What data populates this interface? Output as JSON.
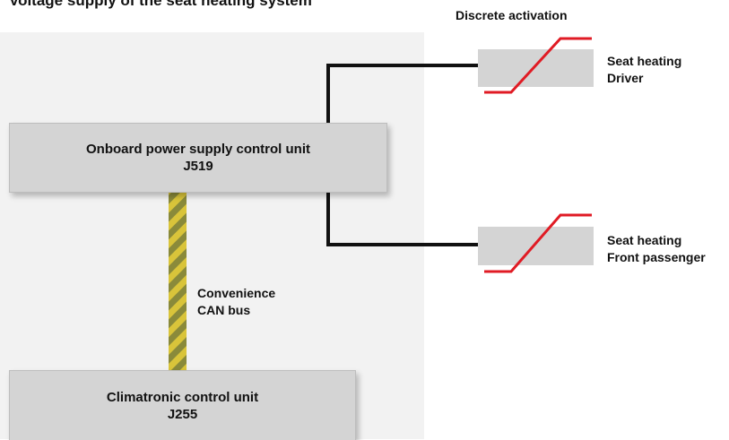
{
  "header_fragment": "Voltage supply of the seat heating system",
  "onboard_unit": {
    "name": "Onboard power supply control unit",
    "code": "J519"
  },
  "climatronic_unit": {
    "name": "Climatronic control unit",
    "code": "J255"
  },
  "discrete_label": "Discrete activation",
  "seat_driver": {
    "line1": "Seat heating",
    "line2": "Driver"
  },
  "seat_passenger": {
    "line1": "Seat heating",
    "line2": "Front passenger"
  },
  "bus": {
    "line1": "Convenience",
    "line2": "CAN bus"
  },
  "colors": {
    "wire": "#111111",
    "switch_line": "#e01b24",
    "box_fill": "#d4d4d4",
    "can_stripe_yellow": "#d9c43a",
    "can_stripe_green": "#8a8a3a"
  }
}
